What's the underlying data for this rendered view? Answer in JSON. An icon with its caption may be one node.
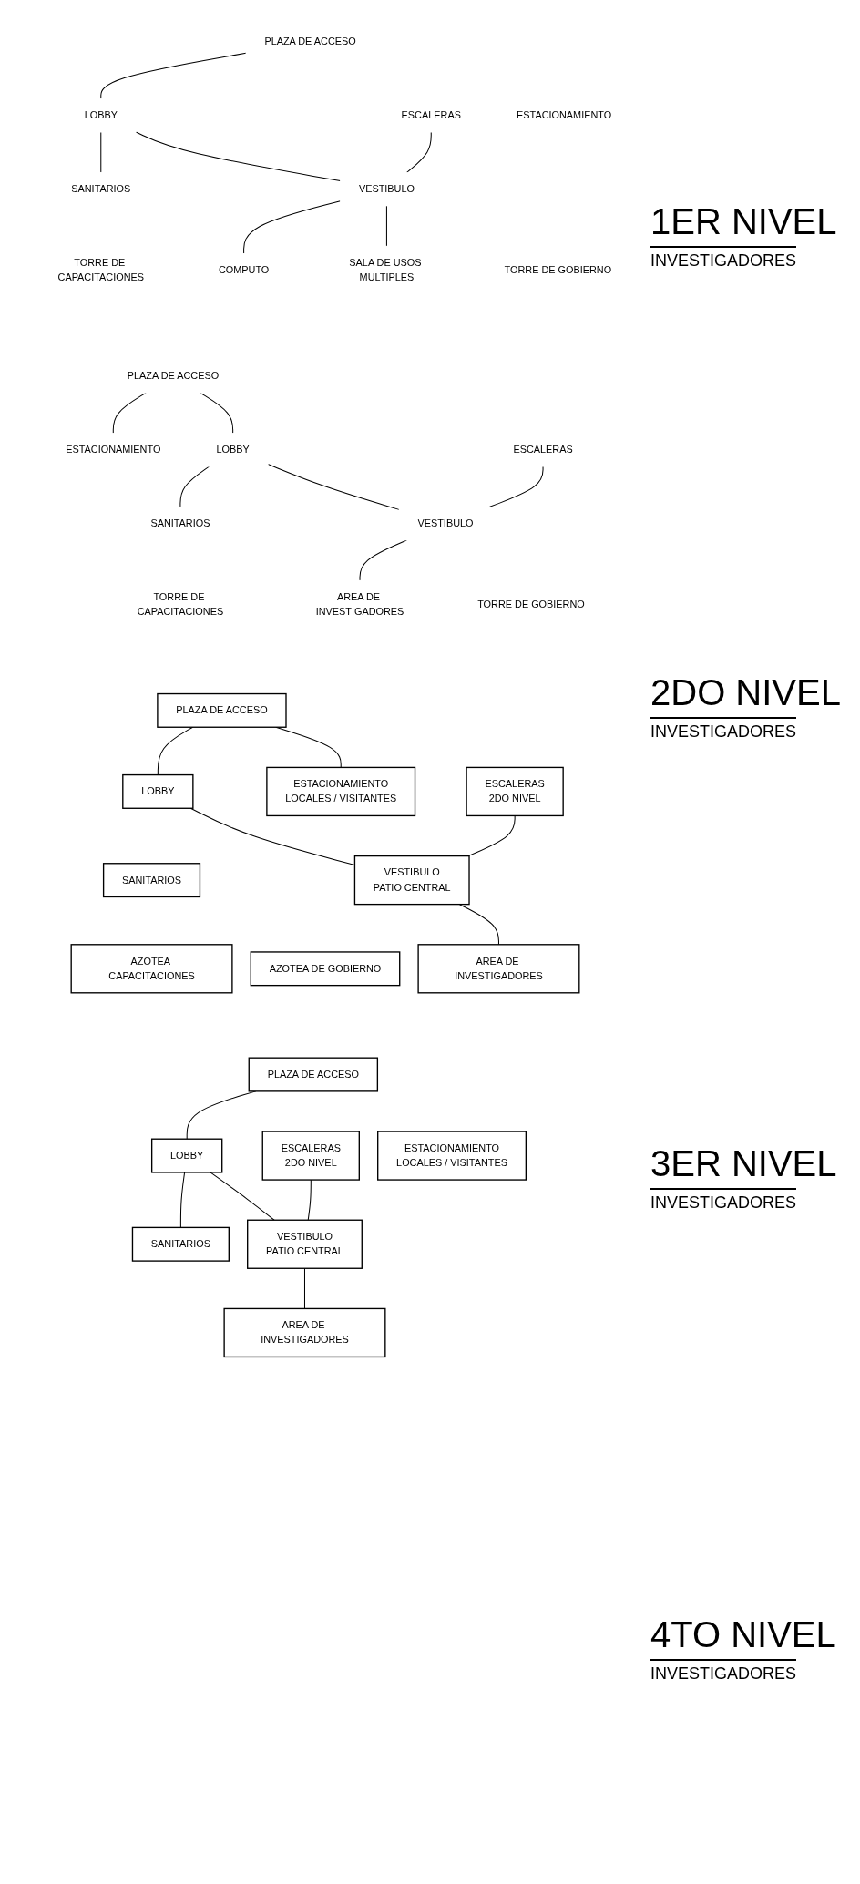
{
  "diagram": {
    "nodes": [
      {
        "text": [
          "PLAZA DE ACCESO"
        ]
      },
      {
        "text": [
          "ESTACIONAMIENTO"
        ]
      },
      {
        "text": [
          "ESCALERAS"
        ]
      },
      {
        "text": [
          "LOBBY"
        ]
      },
      {
        "text": [
          "SANITARIOS"
        ]
      },
      {
        "text": [
          "TORRE DE CAPACITACIONES"
        ]
      },
      {
        "text": [
          "VESTIBULO"
        ]
      },
      {
        "text": [
          "TORRE DE GOBIERNO"
        ]
      },
      {
        "text": [
          "COMPUTO"
        ]
      },
      {
        "text": [
          "SALA DE USOS MULTIPLES"
        ]
      },
      {
        "text": [
          "PLAZA DE ACCESO"
        ]
      },
      {
        "text": [
          "ESTACIONAMIENTO"
        ]
      },
      {
        "text": [
          "ESCALERAS"
        ]
      },
      {
        "text": [
          "LOBBY"
        ]
      },
      {
        "text": [
          "SANITARIOS"
        ]
      },
      {
        "text": [
          "TORRE DE CAPACITACIONES"
        ]
      },
      {
        "text": [
          "VESTIBULO"
        ]
      },
      {
        "text": [
          "TORRE DE GOBIERNO"
        ]
      },
      {
        "text": [
          "AREA DE INVESTIGADORES"
        ]
      },
      {
        "text": [
          "PLAZA DE ACCESO"
        ]
      },
      {
        "text": [
          "ESTACIONAMIENTO",
          "LOCALES / VISITANTES"
        ]
      },
      {
        "text": [
          "ESCALERAS",
          "2DO NIVEL"
        ]
      },
      {
        "text": [
          "LOBBY"
        ]
      },
      {
        "text": [
          "SANITARIOS"
        ]
      },
      {
        "text": [
          "AZOTEA CAPACITACIONES"
        ]
      },
      {
        "text": [
          "VESTIBULO",
          "PATIO CENTRAL"
        ]
      },
      {
        "text": [
          "AZOTEA DE GOBIERNO"
        ]
      },
      {
        "text": [
          "AREA DE INVESTIGADORES"
        ]
      },
      {
        "text": [
          "PLAZA DE ACCESO"
        ]
      },
      {
        "text": [
          "ESTACIONAMIENTO",
          "LOCALES / VISITANTES"
        ]
      },
      {
        "text": [
          "ESCALERAS",
          "2DO NIVEL"
        ]
      },
      {
        "text": [
          "LOBBY"
        ]
      },
      {
        "text": [
          "SANITARIOS"
        ]
      },
      {
        "text": [
          "VESTIBULO",
          "PATIO CENTRAL"
        ]
      },
      {
        "text": [
          "AREA DE INVESTIGADORES"
        ]
      }
    ],
    "edges": [
      {
        "from": 0,
        "to": 3,
        "arrow": "none"
      },
      {
        "from": 3,
        "to": 4,
        "arrow": "none"
      },
      {
        "from": 2,
        "to": 6,
        "arrow": "none"
      },
      {
        "from": 3,
        "to": 6,
        "arrow": "none"
      },
      {
        "from": 6,
        "to": 8,
        "arrow": "none"
      },
      {
        "from": 6,
        "to": 9,
        "arrow": "none"
      },
      {
        "from": 10,
        "to": 11,
        "arrow": "none"
      },
      {
        "from": 10,
        "to": 13,
        "arrow": "none"
      },
      {
        "from": 13,
        "to": 14,
        "arrow": "none"
      },
      {
        "from": 12,
        "to": 16,
        "arrow": "none"
      },
      {
        "from": 13,
        "to": 16,
        "arrow": "none"
      },
      {
        "from": 16,
        "to": 18,
        "arrow": "none"
      },
      {
        "from": 19,
        "to": 20,
        "arrow": "none"
      },
      {
        "from": 19,
        "to": 22,
        "arrow": "none"
      },
      {
        "from": 21,
        "to": 25,
        "arrow": "none"
      },
      {
        "from": 22,
        "to": 25,
        "arrow": "none"
      },
      {
        "from": 25,
        "to": 27,
        "arrow": "none"
      },
      {
        "from": 28,
        "to": 31,
        "arrow": "none"
      },
      {
        "from": 31,
        "to": 32,
        "arrow": "none"
      },
      {
        "from": 30,
        "to": 33,
        "arrow": "none"
      },
      {
        "from": 31,
        "to": 33,
        "arrow": "none"
      },
      {
        "from": 33,
        "to": 34,
        "arrow": "none"
      }
    ],
    "labels": [
      "1ER NIVEL",
      "INVESTIGADORES",
      "2DO NIVEL",
      "INVESTIGADORES",
      "3ER NIVEL",
      "INVESTIGADORES",
      "4TO NIVEL",
      "INVESTIGADORES"
    ]
  }
}
